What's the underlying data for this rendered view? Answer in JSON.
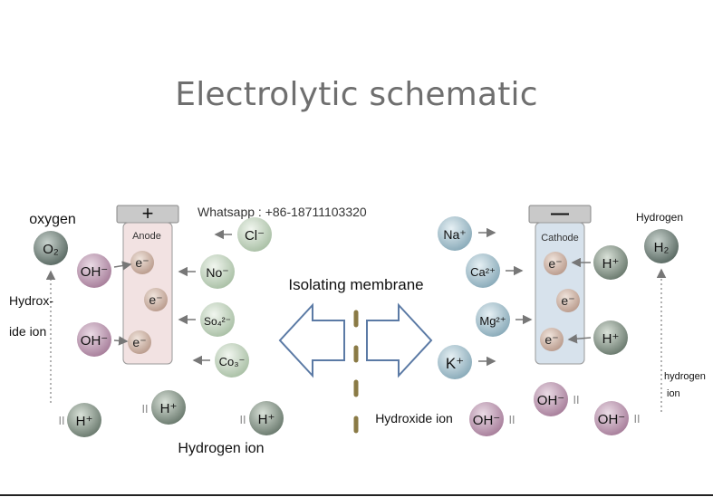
{
  "header": {
    "title": "Electrolytic schematic"
  },
  "contact": {
    "whatsapp": "Whatsapp : +86-18711103320"
  },
  "labels": {
    "oxygen": "oxygen",
    "hydroxide_ion_left_line1": "Hydrox-",
    "hydroxide_ion_left_line2": "ide ion",
    "hydrogen_top_right": "Hydrogen",
    "hydrogen_ion_small_line1": "hydrogen",
    "hydrogen_ion_small_line2": "ion",
    "isolating_membrane": "Isolating membrane",
    "hydrogen_ion_bottom": "Hydrogen ion",
    "hydroxide_ion_bottom": "Hydroxide ion",
    "anode": "Anode",
    "cathode": "Cathode",
    "anode_sign": "+",
    "cathode_sign": "—"
  },
  "ions": {
    "o2": "O₂",
    "h2": "H₂",
    "electron": "e⁻",
    "oh": "OH⁻",
    "h_plus": "H⁺",
    "cl": "Cl⁻",
    "no": "No⁻",
    "so4": "So₄²⁻",
    "co": "Co₃⁻",
    "na": "Na⁺",
    "ca": "Ca²⁺",
    "mg": "Mg²⁺",
    "k": "K⁺"
  },
  "colors": {
    "anode_fill": "#f2e2e2",
    "cathode_fill": "#d7e2ec",
    "electron_fill": "#d9c2b5",
    "oh_fill": "#c7a2bb",
    "h_plus_fill": "#8e9d8e",
    "gas_fill": "#7d8d86",
    "anion_fill": "#cfe0cc",
    "cation_fill": "#a9c6d2",
    "arrow": "#5b7aa5",
    "membrane": "#8a7a45"
  }
}
